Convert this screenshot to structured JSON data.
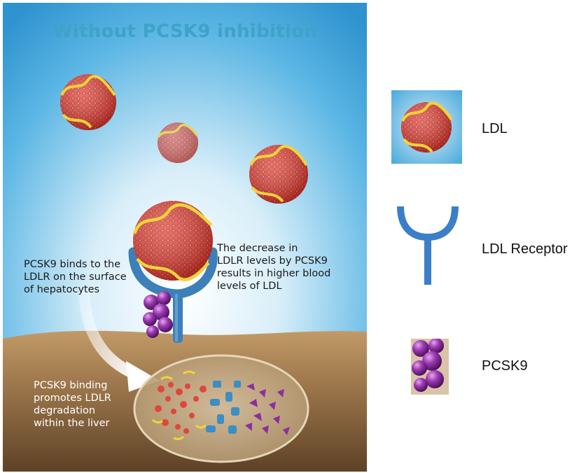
{
  "diagram": {
    "title": "Without PCSK9 inhibition",
    "captions": {
      "binds": [
        "PCSK9 binds to the",
        "LDLR on the surface",
        "of hepatocytes"
      ],
      "decrease": [
        "The decrease in",
        "LDLR levels by PCSK9",
        "results in higher blood",
        "levels of LDL"
      ],
      "degradation": [
        "PCSK9 binding",
        "promotes LDLR",
        "degradation",
        "within the liver"
      ]
    }
  },
  "legend": {
    "items": [
      {
        "label": "LDL",
        "icon": "ldl-particle-icon"
      },
      {
        "label": "LDL Receptor",
        "icon": "ldl-receptor-icon"
      },
      {
        "label": "PCSK9",
        "icon": "pcsk9-protein-icon"
      }
    ]
  },
  "colors": {
    "sky_top": "#3b9fd6",
    "sky_bottom": "#ffffff",
    "liver": "#a07a4e",
    "ldl": "#e0473a",
    "ldl_band": "#f2d33b",
    "receptor": "#3a7fc8",
    "pcsk9": "#8b2fa0",
    "title": "#3fa2c8"
  }
}
